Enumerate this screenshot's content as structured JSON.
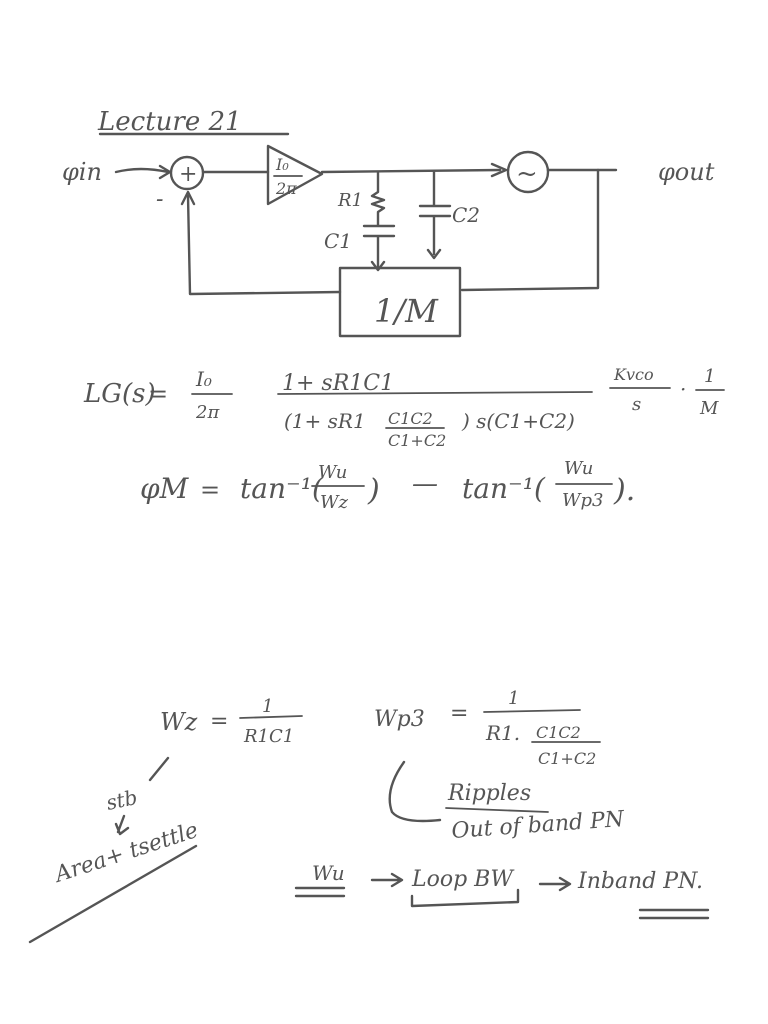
{
  "title": "Lecture 21",
  "diagram": {
    "input_label": "φin",
    "output_label": "φout",
    "sum_plus": "+",
    "sum_minus": "-",
    "cp_num": "I₀",
    "cp_den": "2π",
    "r1_label": "R1",
    "c1_label": "C1",
    "c2_label": "C2",
    "vco_symbol": "~",
    "divider_label": "1/M"
  },
  "eq_loop_gain": {
    "lhs": "LG(s)",
    "eq": "=",
    "cp_num": "I₀",
    "cp_den": "2π",
    "tf_num": "1+ sR1C1",
    "tf_den_a": "(1+ sR1",
    "tf_den_frac_num": "C1C2",
    "tf_den_frac_den": "C1+C2",
    "tf_den_b": ") s(C1+C2)",
    "kvco_num": "Kvco",
    "kvco_den": "s",
    "dot": "·",
    "div_num": "1",
    "div_den": "M"
  },
  "eq_phase_margin": {
    "lhs": "φM",
    "eq": "=",
    "atan1": "tan⁻¹(",
    "f1_num": "Wu",
    "f1_den": "Wz",
    "close1": ")",
    "minus": "—",
    "atan2": "tan⁻¹(",
    "f2_num": "Wu",
    "f2_den": "Wp3",
    "close2": ")."
  },
  "eq_wz": {
    "lhs": "Wz",
    "eq": "=",
    "num": "1",
    "den": "R1C1"
  },
  "eq_wp3": {
    "lhs": "Wp3",
    "eq": "=",
    "num": "1",
    "den_a": "R1.",
    "den_frac_num": "C1C2",
    "den_frac_den": "C1+C2"
  },
  "notes": {
    "stb": "stb",
    "tradeoff": "Area+ tsettle",
    "ripples": "Ripples",
    "out_of_band": "Out of band PN",
    "wu": "Wu",
    "loop_bw": "Loop BW",
    "inband": "Inband PN."
  }
}
